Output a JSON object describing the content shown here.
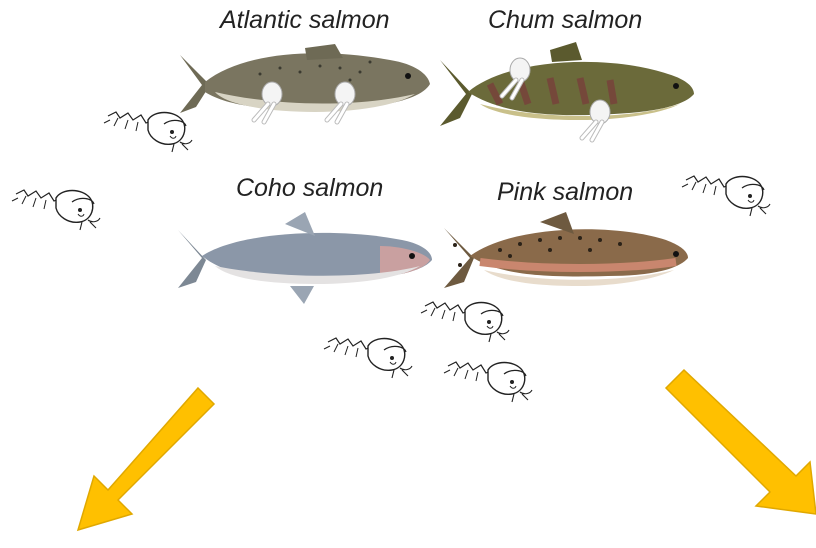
{
  "labels": {
    "atlantic": "Atlantic salmon",
    "chum": "Chum salmon",
    "coho": "Coho salmon",
    "pink": "Pink salmon"
  },
  "fish": [
    {
      "species": "atlantic",
      "body": "#7a7560",
      "belly": "#d8d4c4",
      "spots": "dark"
    },
    {
      "species": "chum",
      "body": "#6b6a3a",
      "belly": "#c9c08a",
      "bars": "#7a3b3b"
    },
    {
      "species": "coho",
      "body": "#8b97a8",
      "belly": "#e4e2e2",
      "head": "#c9a0a0"
    },
    {
      "species": "pink",
      "body": "#8a6a4a",
      "belly": "#e8dccc",
      "stripe": "#c9866e"
    }
  ],
  "accent": {
    "arrow": "#FFC000",
    "arrow_edge": "#E0A800"
  },
  "icons": [
    "sea-louse-icon",
    "attached-louse-icon",
    "arrow-down-left-icon",
    "arrow-down-right-icon"
  ]
}
